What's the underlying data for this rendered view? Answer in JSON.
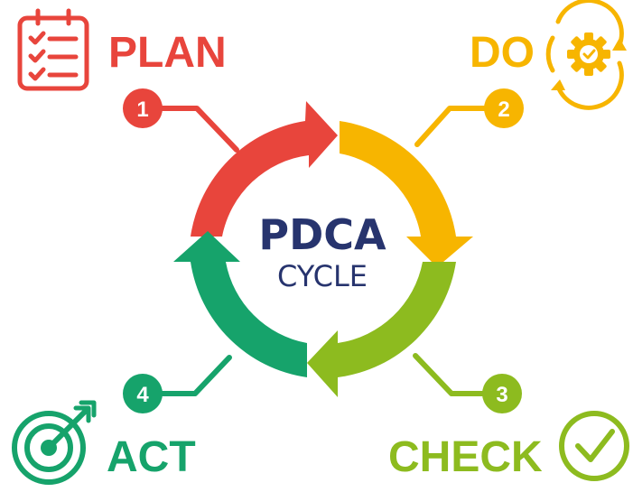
{
  "center": {
    "title": "PDCA",
    "subtitle": "CYCLE"
  },
  "steps": [
    {
      "number": "1",
      "label": "PLAN",
      "color": "#e8453c",
      "icon": "checklist-icon"
    },
    {
      "number": "2",
      "label": "DO",
      "color": "#f7b500",
      "icon": "gear-cycle-icon"
    },
    {
      "number": "3",
      "label": "CHECK",
      "color": "#8dbb1f",
      "icon": "check-circle-icon"
    },
    {
      "number": "4",
      "label": "ACT",
      "color": "#16a36b",
      "icon": "target-icon"
    }
  ],
  "colors": {
    "center_text": "#27346e"
  }
}
